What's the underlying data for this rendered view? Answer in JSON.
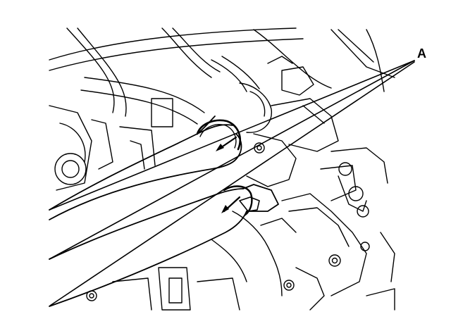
{
  "figure": {
    "callout_label": "A",
    "ink_color": "#000000",
    "paper_color": "#ffffff",
    "depicts": [
      "engine-bay",
      "upper-radiator-hose",
      "lower-radiator-hose",
      "hose-clamp",
      "hose-clamp",
      "leader-line",
      "leader-line",
      "direction-arrow",
      "direction-arrow"
    ]
  }
}
